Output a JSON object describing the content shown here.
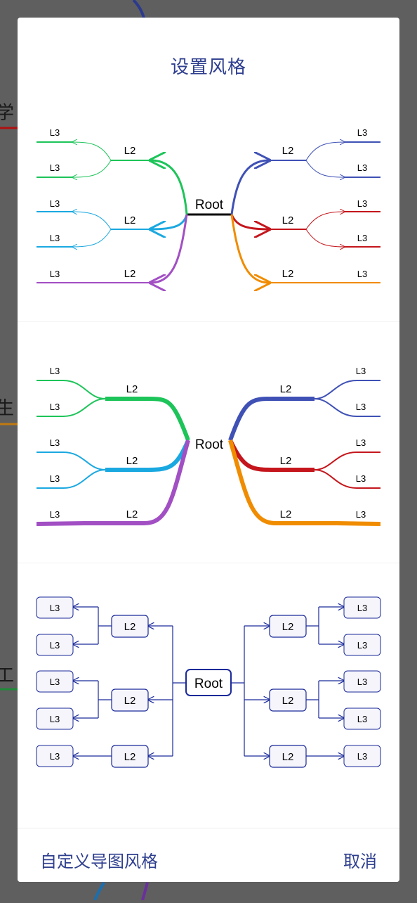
{
  "background": {
    "fragments": [
      "学",
      "生",
      "工"
    ]
  },
  "dialog": {
    "title": "设置风格",
    "styles": [
      {
        "root": "Root",
        "l2": [
          "L2",
          "L2",
          "L2",
          "L2",
          "L2",
          "L2"
        ],
        "l3": [
          "L3",
          "L3",
          "L3",
          "L3",
          "L3",
          "L3",
          "L3",
          "L3",
          "L3",
          "L3"
        ]
      },
      {
        "root": "Root",
        "l2": [
          "L2",
          "L2",
          "L2",
          "L2",
          "L2",
          "L2"
        ],
        "l3": [
          "L3",
          "L3",
          "L3",
          "L3",
          "L3",
          "L3",
          "L3",
          "L3",
          "L3",
          "L3"
        ]
      },
      {
        "root": "Root",
        "l2": [
          "L2",
          "L2",
          "L2",
          "L2",
          "L2",
          "L2"
        ],
        "l3": [
          "L3",
          "L3",
          "L3",
          "L3",
          "L3",
          "L3",
          "L3",
          "L3",
          "L3",
          "L3"
        ]
      }
    ],
    "custom_button": "自定义导图风格",
    "cancel_button": "取消"
  },
  "colors": {
    "accent": "#2f3f8f",
    "green": "#1dc459",
    "cyan": "#1aa8e0",
    "purple": "#a24fc4",
    "blue": "#3f51b5",
    "red": "#c4161c",
    "orange": "#f08c00",
    "navy": "#1b2a9a"
  }
}
